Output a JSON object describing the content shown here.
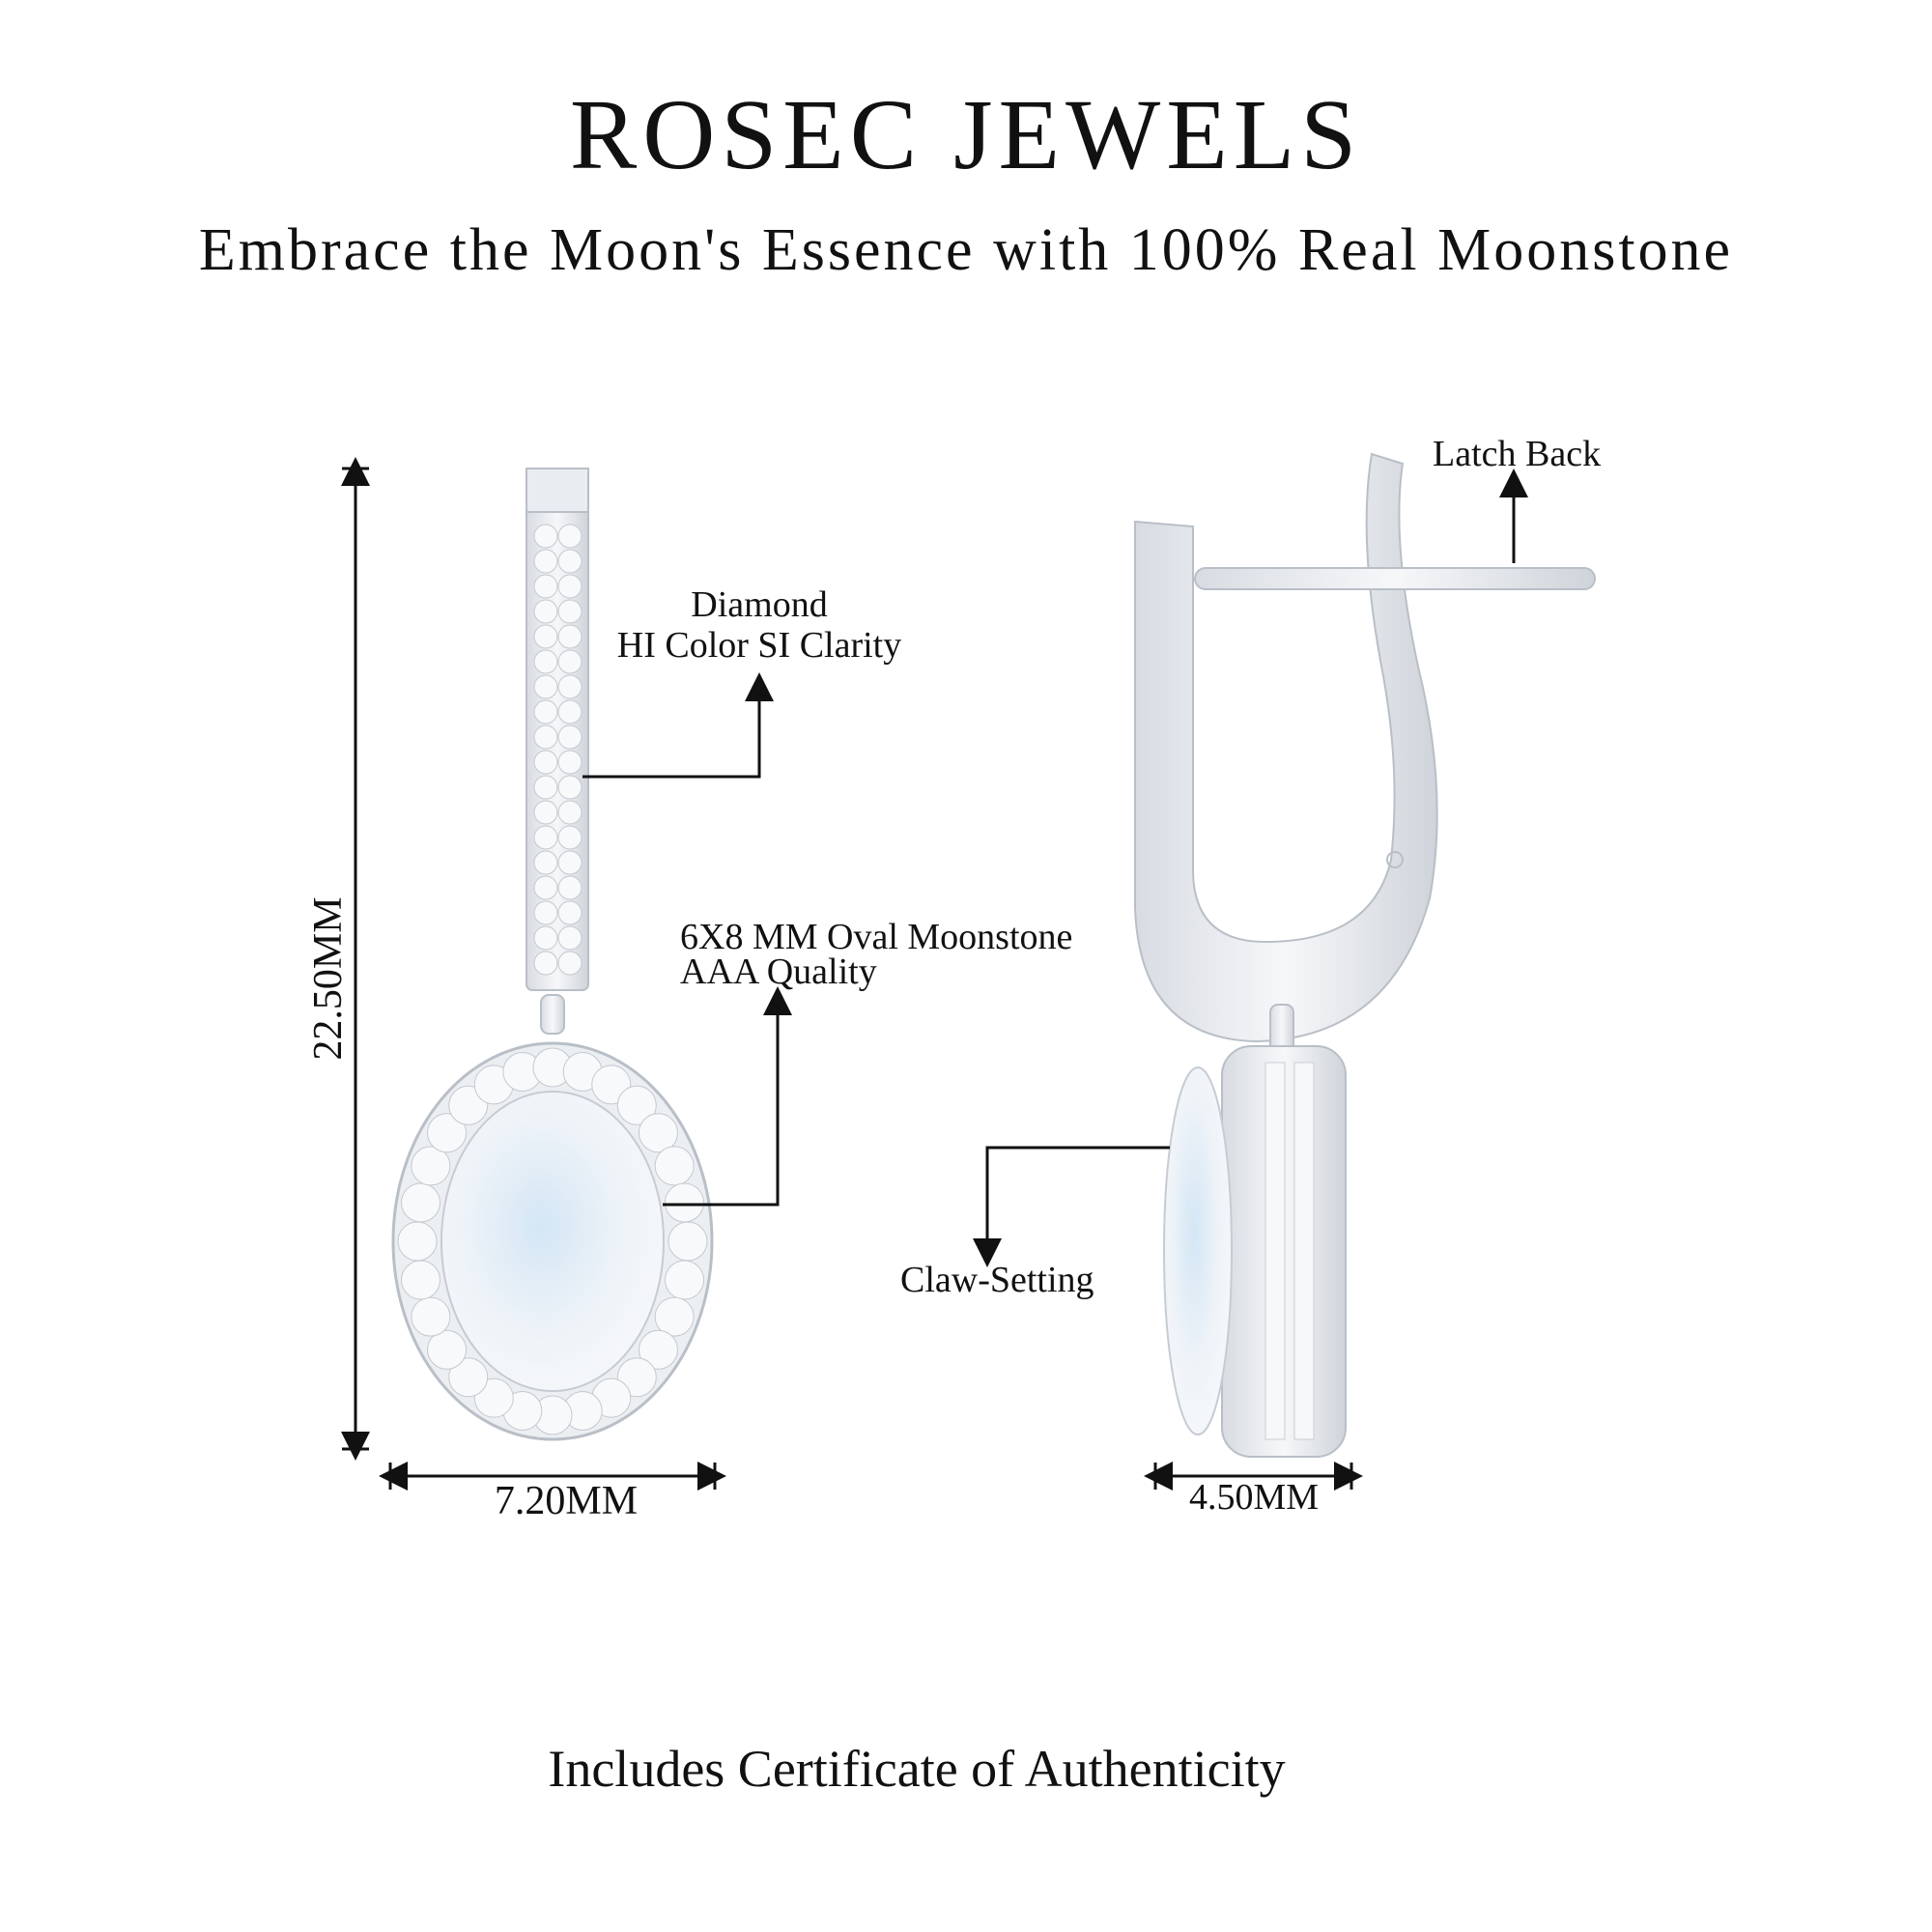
{
  "header": {
    "brand": "ROSEC JEWELS",
    "tagline": "Embrace the Moon's Essence with 100% Real Moonstone"
  },
  "annotations": {
    "diamond_title": "Diamond",
    "diamond_detail": "HI Color SI Clarity",
    "moonstone_title": "6X8 MM Oval Moonstone",
    "moonstone_detail": "AAA Quality",
    "latch": "Latch Back",
    "claw": "Claw-Setting"
  },
  "dimensions": {
    "height": "22.50MM",
    "front_width": "7.20MM",
    "side_width": "4.50MM"
  },
  "footer": {
    "note": "Includes Certificate of Authenticity"
  },
  "colors": {
    "metal": "#e8ebef",
    "metal_edge": "#b9bfc7",
    "moonstone": "#eef3f8",
    "moonstone_glow": "#cfe3f3"
  }
}
